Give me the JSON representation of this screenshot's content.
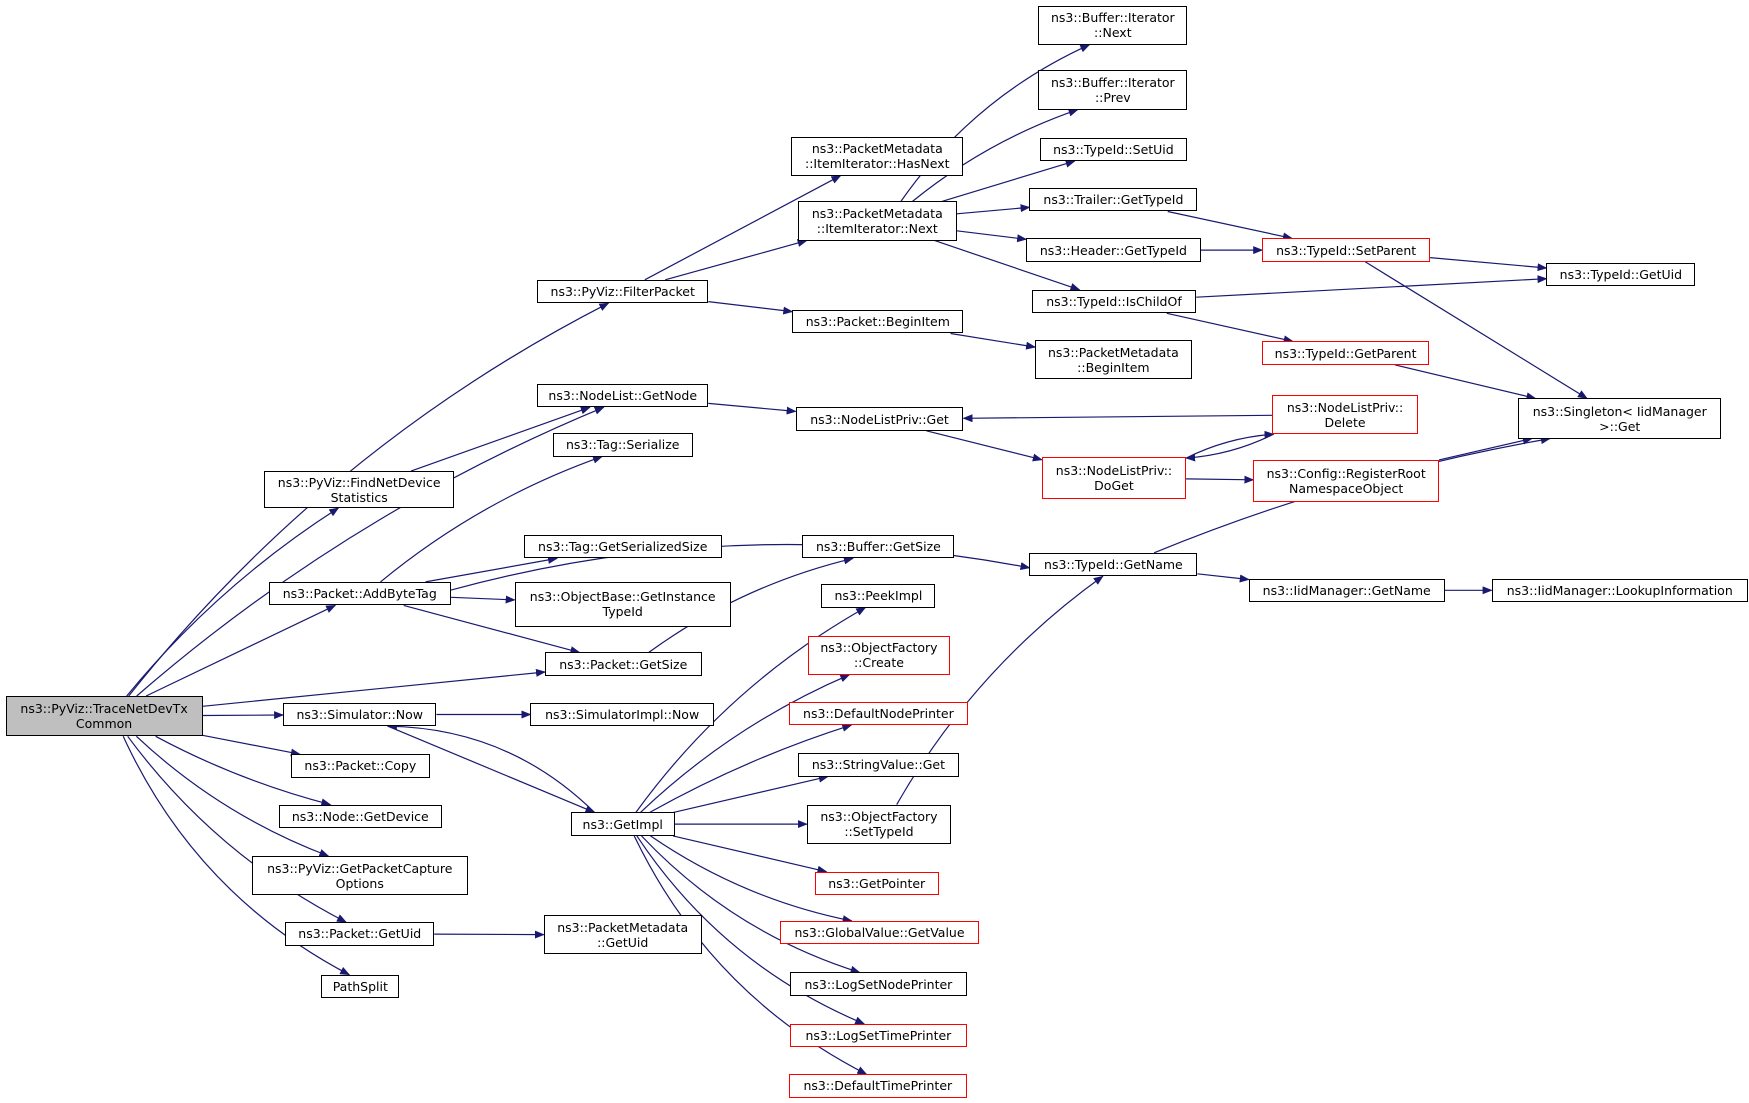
{
  "colors": {
    "edge": "#191970",
    "root_fill": "#bfbfbf",
    "external_border": "#ff0000",
    "node_border": "#000000"
  },
  "nodes": [
    {
      "id": "root",
      "lines": [
        "ns3::PyViz::TraceNetDevTx",
        "Common"
      ],
      "style": "root"
    },
    {
      "id": "filterpacket",
      "lines": [
        "ns3::PyViz::FilterPacket"
      ]
    },
    {
      "id": "nodelistgetnode",
      "lines": [
        "ns3::NodeList::GetNode"
      ]
    },
    {
      "id": "finddevstats",
      "lines": [
        "ns3::PyViz::FindNetDevice",
        "Statistics"
      ]
    },
    {
      "id": "addbytetag",
      "lines": [
        "ns3::Packet::AddByteTag"
      ]
    },
    {
      "id": "packetgetsize",
      "lines": [
        "ns3::Packet::GetSize"
      ]
    },
    {
      "id": "simnow",
      "lines": [
        "ns3::Simulator::Now"
      ]
    },
    {
      "id": "packetcopy",
      "lines": [
        "ns3::Packet::Copy"
      ]
    },
    {
      "id": "nodegetdevice",
      "lines": [
        "ns3::Node::GetDevice"
      ]
    },
    {
      "id": "getpcapopts",
      "lines": [
        "ns3::PyViz::GetPacketCapture",
        "Options"
      ]
    },
    {
      "id": "packetgetuid",
      "lines": [
        "ns3::Packet::GetUid"
      ]
    },
    {
      "id": "pathsplit",
      "lines": [
        "PathSplit"
      ]
    },
    {
      "id": "pmhasnext",
      "lines": [
        "ns3::PacketMetadata",
        "::ItemIterator::HasNext"
      ]
    },
    {
      "id": "pmnext",
      "lines": [
        "ns3::PacketMetadata",
        "::ItemIterator::Next"
      ]
    },
    {
      "id": "packetbeginitem",
      "lines": [
        "ns3::Packet::BeginItem"
      ]
    },
    {
      "id": "nlprivget",
      "lines": [
        "ns3::NodeListPriv::Get"
      ]
    },
    {
      "id": "tagserialize",
      "lines": [
        "ns3::Tag::Serialize"
      ]
    },
    {
      "id": "taggetsize",
      "lines": [
        "ns3::Tag::GetSerializedSize"
      ]
    },
    {
      "id": "objbasetypeid",
      "lines": [
        "ns3::ObjectBase::GetInstance",
        "TypeId"
      ]
    },
    {
      "id": "simimplnow",
      "lines": [
        "ns3::SimulatorImpl::Now"
      ]
    },
    {
      "id": "getimpl",
      "lines": [
        "ns3::GetImpl"
      ]
    },
    {
      "id": "pmgetuid",
      "lines": [
        "ns3::PacketMetadata",
        "::GetUid"
      ]
    },
    {
      "id": "bufiternext",
      "lines": [
        "ns3::Buffer::Iterator",
        "::Next"
      ]
    },
    {
      "id": "bufiterprev",
      "lines": [
        "ns3::Buffer::Iterator",
        "::Prev"
      ]
    },
    {
      "id": "typeidsetuid",
      "lines": [
        "ns3::TypeId::SetUid"
      ]
    },
    {
      "id": "trailergettypeid",
      "lines": [
        "ns3::Trailer::GetTypeId"
      ]
    },
    {
      "id": "headergettypeid",
      "lines": [
        "ns3::Header::GetTypeId"
      ]
    },
    {
      "id": "typeidischildof",
      "lines": [
        "ns3::TypeId::IsChildOf"
      ]
    },
    {
      "id": "pmbeginitem",
      "lines": [
        "ns3::PacketMetadata",
        "::BeginItem"
      ]
    },
    {
      "id": "typeidgetname",
      "lines": [
        "ns3::TypeId::GetName"
      ]
    },
    {
      "id": "buffergetsize",
      "lines": [
        "ns3::Buffer::GetSize"
      ]
    },
    {
      "id": "peekimpl",
      "lines": [
        "ns3::PeekImpl"
      ]
    },
    {
      "id": "objfactcreate",
      "lines": [
        "ns3::ObjectFactory",
        "::Create"
      ],
      "style": "ext"
    },
    {
      "id": "defnodeprinter",
      "lines": [
        "ns3::DefaultNodePrinter"
      ],
      "style": "ext"
    },
    {
      "id": "stringvalueget",
      "lines": [
        "ns3::StringValue::Get"
      ]
    },
    {
      "id": "objfactsettypeid",
      "lines": [
        "ns3::ObjectFactory",
        "::SetTypeId"
      ]
    },
    {
      "id": "getpointer",
      "lines": [
        "ns3::GetPointer"
      ],
      "style": "ext"
    },
    {
      "id": "globalvalueget",
      "lines": [
        "ns3::GlobalValue::GetValue"
      ],
      "style": "ext"
    },
    {
      "id": "logsetnodeprinter",
      "lines": [
        "ns3::LogSetNodePrinter"
      ]
    },
    {
      "id": "logsettimeprinter",
      "lines": [
        "ns3::LogSetTimePrinter"
      ],
      "style": "ext"
    },
    {
      "id": "deftimeprinter",
      "lines": [
        "ns3::DefaultTimePrinter"
      ],
      "style": "ext"
    },
    {
      "id": "typeidsetparent",
      "lines": [
        "ns3::TypeId::SetParent"
      ],
      "style": "ext"
    },
    {
      "id": "typeidgetparent",
      "lines": [
        "ns3::TypeId::GetParent"
      ],
      "style": "ext"
    },
    {
      "id": "nlprivdelete",
      "lines": [
        "ns3::NodeListPriv::",
        "Delete"
      ],
      "style": "ext"
    },
    {
      "id": "nlprivdoget",
      "lines": [
        "ns3::NodeListPriv::",
        "DoGet"
      ],
      "style": "ext"
    },
    {
      "id": "configregroot",
      "lines": [
        "ns3::Config::RegisterRoot",
        "NamespaceObject"
      ],
      "style": "ext"
    },
    {
      "id": "iidgetname",
      "lines": [
        "ns3::IidManager::GetName"
      ]
    },
    {
      "id": "typeidgetuid",
      "lines": [
        "ns3::TypeId::GetUid"
      ]
    },
    {
      "id": "singletonget",
      "lines": [
        "ns3::Singleton< IidManager",
        ">::Get"
      ]
    },
    {
      "id": "iidlookup",
      "lines": [
        "ns3::IidManager::LookupInformation"
      ]
    }
  ]
}
